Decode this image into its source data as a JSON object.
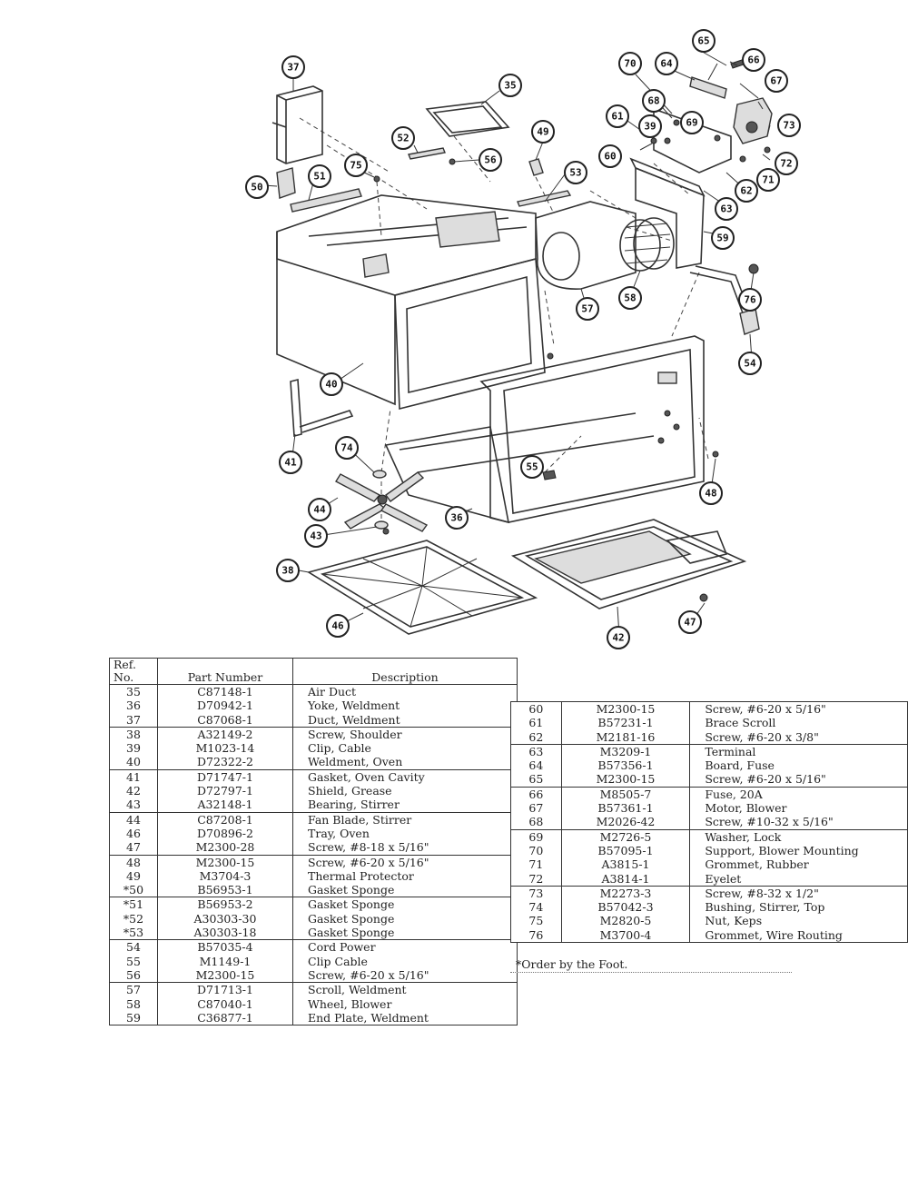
{
  "callouts": [
    "35",
    "36",
    "37",
    "38",
    "39",
    "40",
    "41",
    "42",
    "43",
    "44",
    "46",
    "47",
    "48",
    "49",
    "50",
    "51",
    "52",
    "53",
    "54",
    "55",
    "56",
    "57",
    "58",
    "59",
    "60",
    "61",
    "62",
    "63",
    "64",
    "65",
    "66",
    "67",
    "68",
    "69",
    "70",
    "71",
    "72",
    "73",
    "74",
    "75",
    "76"
  ],
  "table_headers": {
    "ref": "Ref.\nNo.",
    "part_number": "Part Number",
    "description": "Description"
  },
  "parts_left": [
    {
      "ref": "35",
      "pn": "C87148-1",
      "desc": "Air Duct"
    },
    {
      "ref": "36",
      "pn": "D70942-1",
      "desc": "Yoke, Weldment"
    },
    {
      "ref": "37",
      "pn": "C87068-1",
      "desc": "Duct, Weldment"
    },
    {
      "ref": "38",
      "pn": "A32149-2",
      "desc": "Screw, Shoulder"
    },
    {
      "ref": "39",
      "pn": "M1023-14",
      "desc": "Clip, Cable"
    },
    {
      "ref": "40",
      "pn": "D72322-2",
      "desc": "Weldment, Oven"
    },
    {
      "ref": "41",
      "pn": "D71747-1",
      "desc": "Gasket, Oven Cavity"
    },
    {
      "ref": "42",
      "pn": "D72797-1",
      "desc": "Shield, Grease"
    },
    {
      "ref": "43",
      "pn": "A32148-1",
      "desc": "Bearing, Stirrer"
    },
    {
      "ref": "44",
      "pn": "C87208-1",
      "desc": "Fan Blade, Stirrer"
    },
    {
      "ref": "46",
      "pn": "D70896-2",
      "desc": "Tray, Oven"
    },
    {
      "ref": "47",
      "pn": "M2300-28",
      "desc": "Screw, #8-18 x 5/16\""
    },
    {
      "ref": "48",
      "pn": "M2300-15",
      "desc": "Screw, #6-20 x 5/16\""
    },
    {
      "ref": "49",
      "pn": "M3704-3",
      "desc": "Thermal Protector"
    },
    {
      "ref": "*50",
      "pn": "B56953-1",
      "desc": "Gasket Sponge"
    },
    {
      "ref": "*51",
      "pn": "B56953-2",
      "desc": "Gasket Sponge"
    },
    {
      "ref": "*52",
      "pn": "A30303-30",
      "desc": "Gasket Sponge"
    },
    {
      "ref": "*53",
      "pn": "A30303-18",
      "desc": "Gasket Sponge"
    },
    {
      "ref": "54",
      "pn": "B57035-4",
      "desc": "Cord Power"
    },
    {
      "ref": "55",
      "pn": "M1149-1",
      "desc": "Clip Cable"
    },
    {
      "ref": "56",
      "pn": "M2300-15",
      "desc": "Screw, #6-20 x 5/16\""
    },
    {
      "ref": "57",
      "pn": "D71713-1",
      "desc": "Scroll, Weldment"
    },
    {
      "ref": "58",
      "pn": "C87040-1",
      "desc": "Wheel, Blower"
    },
    {
      "ref": "59",
      "pn": "C36877-1",
      "desc": "End Plate, Weldment"
    }
  ],
  "parts_right": [
    {
      "ref": "60",
      "pn": "M2300-15",
      "desc": "Screw, #6-20 x 5/16\""
    },
    {
      "ref": "61",
      "pn": "B57231-1",
      "desc": "Brace Scroll"
    },
    {
      "ref": "62",
      "pn": "M2181-16",
      "desc": "Screw, #6-20 x 3/8\""
    },
    {
      "ref": "63",
      "pn": "M3209-1",
      "desc": "Terminal"
    },
    {
      "ref": "64",
      "pn": "B57356-1",
      "desc": "Board, Fuse"
    },
    {
      "ref": "65",
      "pn": "M2300-15",
      "desc": "Screw, #6-20 x 5/16\""
    },
    {
      "ref": "66",
      "pn": "M8505-7",
      "desc": "Fuse, 20A"
    },
    {
      "ref": "67",
      "pn": "B57361-1",
      "desc": "Motor, Blower"
    },
    {
      "ref": "68",
      "pn": "M2026-42",
      "desc": "Screw, #10-32 x 5/16\""
    },
    {
      "ref": "69",
      "pn": "M2726-5",
      "desc": "Washer, Lock"
    },
    {
      "ref": "70",
      "pn": "B57095-1",
      "desc": "Support, Blower Mounting"
    },
    {
      "ref": "71",
      "pn": "A3815-1",
      "desc": "Grommet, Rubber"
    },
    {
      "ref": "72",
      "pn": "A3814-1",
      "desc": "Eyelet"
    },
    {
      "ref": "73",
      "pn": "M2273-3",
      "desc": "Screw, #8-32 x 1/2\""
    },
    {
      "ref": "74",
      "pn": "B57042-3",
      "desc": "Bushing, Stirrer, Top"
    },
    {
      "ref": "75",
      "pn": "M2820-5",
      "desc": "Nut, Keps"
    },
    {
      "ref": "76",
      "pn": "M3700-4",
      "desc": "Grommet, Wire Routing"
    }
  ],
  "footnote": "*Order by the Foot."
}
